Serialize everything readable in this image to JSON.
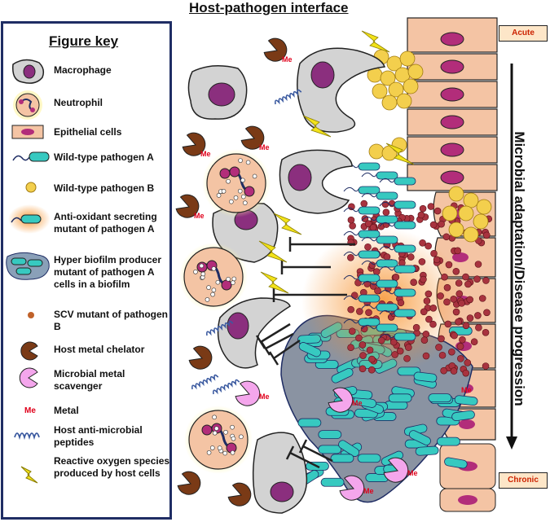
{
  "title": "Host-pathogen interface",
  "key": {
    "title": "Figure key",
    "items": [
      {
        "icon": "macrophage-icon",
        "label": "Macrophage"
      },
      {
        "icon": "neutrophil-icon",
        "label": "Neutrophil"
      },
      {
        "icon": "epithelial-cell-icon",
        "label": "Epithelial cells"
      },
      {
        "icon": "pathogen-a-icon",
        "label": "Wild-type pathogen A"
      },
      {
        "icon": "pathogen-b-icon",
        "label": "Wild-type pathogen B"
      },
      {
        "icon": "antioxidant-mutant-icon",
        "label": "Anti-oxidant secreting mutant of pathogen A"
      },
      {
        "icon": "biofilm-icon",
        "label": "Hyper biofilm producer mutant of pathogen A cells in a biofilm"
      },
      {
        "icon": "scv-mutant-icon",
        "label": "SCV mutant of pathogen B"
      },
      {
        "icon": "host-chelator-icon",
        "label": "Host metal chelator"
      },
      {
        "icon": "microbial-scavenger-icon",
        "label": "Microbial metal scavenger"
      },
      {
        "icon": "metal-icon",
        "label": "Metal",
        "symbol": "Me"
      },
      {
        "icon": "peptide-icon",
        "label": "Host anti-microbial peptides"
      },
      {
        "icon": "ros-icon",
        "label": "Reactive oxygen species produced by host cells"
      }
    ]
  },
  "stages": {
    "acute": "Acute",
    "chronic": "Chronic"
  },
  "axis_label": "Microbial adaptation/Disease progression",
  "metal_symbol": "Me",
  "colors": {
    "macrophage": "#d3d3d3",
    "macrophage_nucleus": "#8b2f7e",
    "epithelial": "#f4c4a4",
    "epithelial_nucleus": "#b22d7a",
    "pathogen_a": "#37c9c0",
    "pathogen_b": "#f3cf4d",
    "scv": "#a8333f",
    "chelator": "#7a3a16",
    "scavenger": "#f4a6ec",
    "ros": "#f2e21a",
    "key_border": "#1f2d64",
    "metal_text": "#e0001b"
  }
}
